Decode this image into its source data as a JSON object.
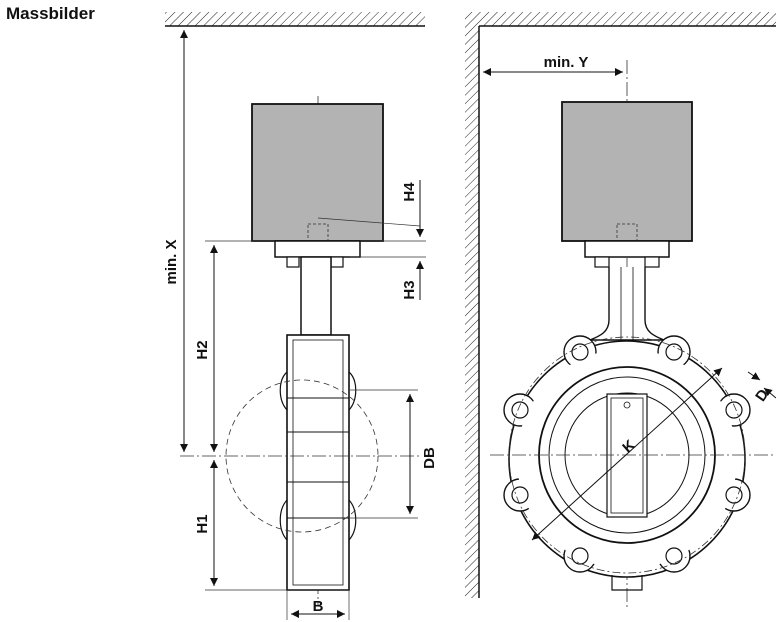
{
  "title": "Massbilder",
  "labels": {
    "min_x": "min. X",
    "min_y": "min. Y",
    "h1": "H1",
    "h2": "H2",
    "h3": "H3",
    "h4": "H4",
    "db": "DB",
    "b": "B",
    "k": "K",
    "d": "D"
  },
  "colors": {
    "actuator_fill": "#b3b3b3",
    "line": "#111111"
  }
}
